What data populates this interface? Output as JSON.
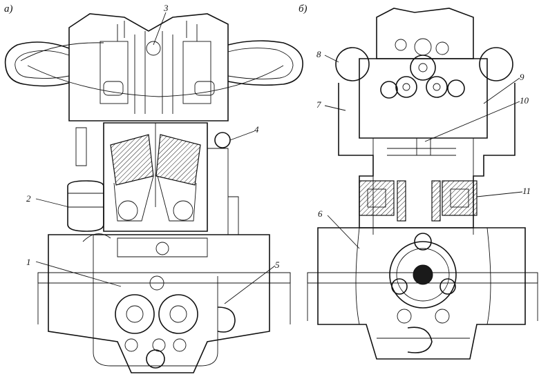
{
  "views": {
    "left": {
      "panel_label": "а)"
    },
    "right": {
      "panel_label": "б)"
    }
  },
  "callouts": {
    "c1": "1",
    "c2": "2",
    "c3": "3",
    "c4": "4",
    "c5": "5",
    "c6": "6",
    "c7": "7",
    "c8": "8",
    "c9": "9",
    "c10": "10",
    "c11": "11"
  },
  "colors": {
    "ink": "#111111",
    "paper": "#ffffff"
  }
}
